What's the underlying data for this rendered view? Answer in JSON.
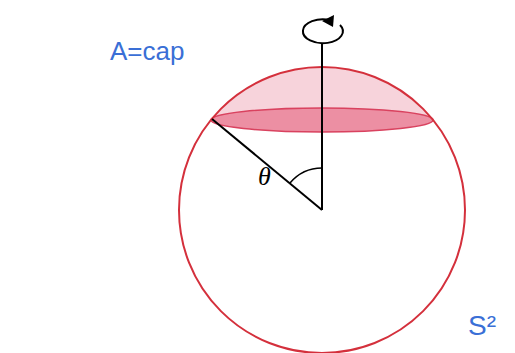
{
  "diagram": {
    "labels": [
      "A=cap",
      "θ",
      "S²"
    ]
  }
}
